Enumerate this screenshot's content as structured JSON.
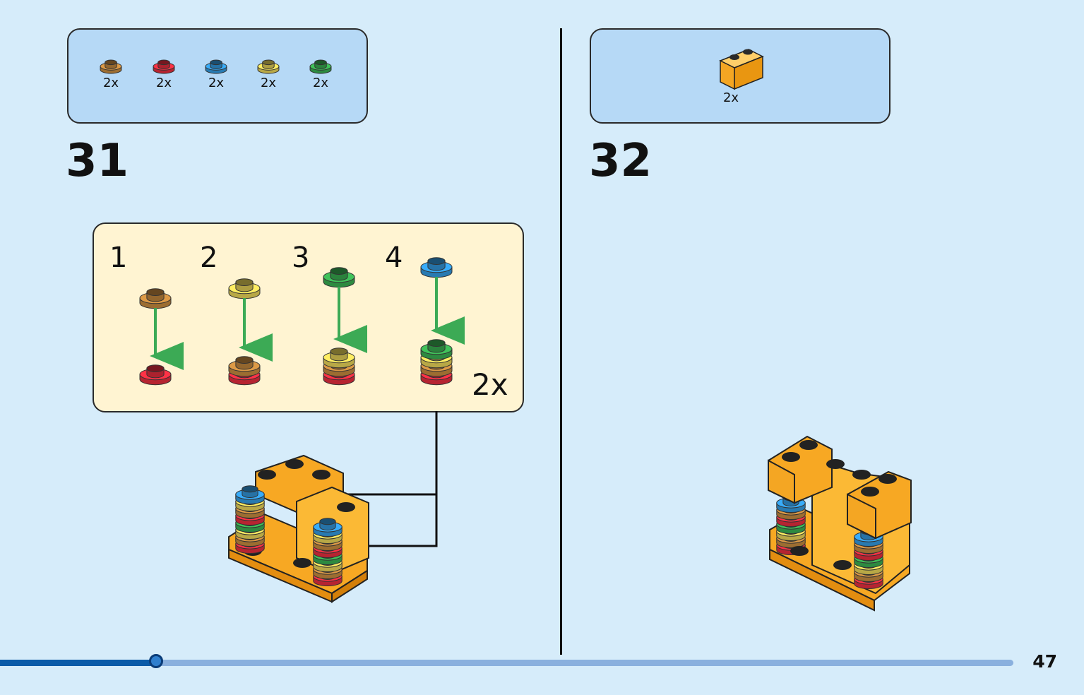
{
  "steps": [
    {
      "number": "31",
      "parts": [
        {
          "color": "#b8803a",
          "qty": "2x",
          "icon": "round-plate-1x1-brown-icon"
        },
        {
          "color": "#d62a3a",
          "qty": "2x",
          "icon": "round-plate-1x1-red-icon"
        },
        {
          "color": "#2f8fd0",
          "qty": "2x",
          "icon": "round-plate-1x1-blue-icon"
        },
        {
          "color": "#d8c652",
          "qty": "2x",
          "icon": "round-plate-1x1-yellow-icon"
        },
        {
          "color": "#35a24b",
          "qty": "2x",
          "icon": "round-plate-1x1-green-icon"
        }
      ],
      "sub_assembly": {
        "labels": [
          "1",
          "2",
          "3",
          "4"
        ],
        "multiplier": "2x"
      }
    },
    {
      "number": "32",
      "parts": [
        {
          "color": "#f7a823",
          "qty": "2x",
          "icon": "brick-1x2-orange-icon"
        }
      ]
    }
  ],
  "progress": {
    "fraction": 0.154
  },
  "page_number": "47",
  "colors": {
    "background": "#d6ecfa",
    "parts_box": "#b6d9f6",
    "sub_box": "#fff4d2",
    "brick": "#f7a823",
    "arrow_green": "#3caa55",
    "progress_fill": "#0b5ba8",
    "progress_track": "#8ab0de"
  }
}
